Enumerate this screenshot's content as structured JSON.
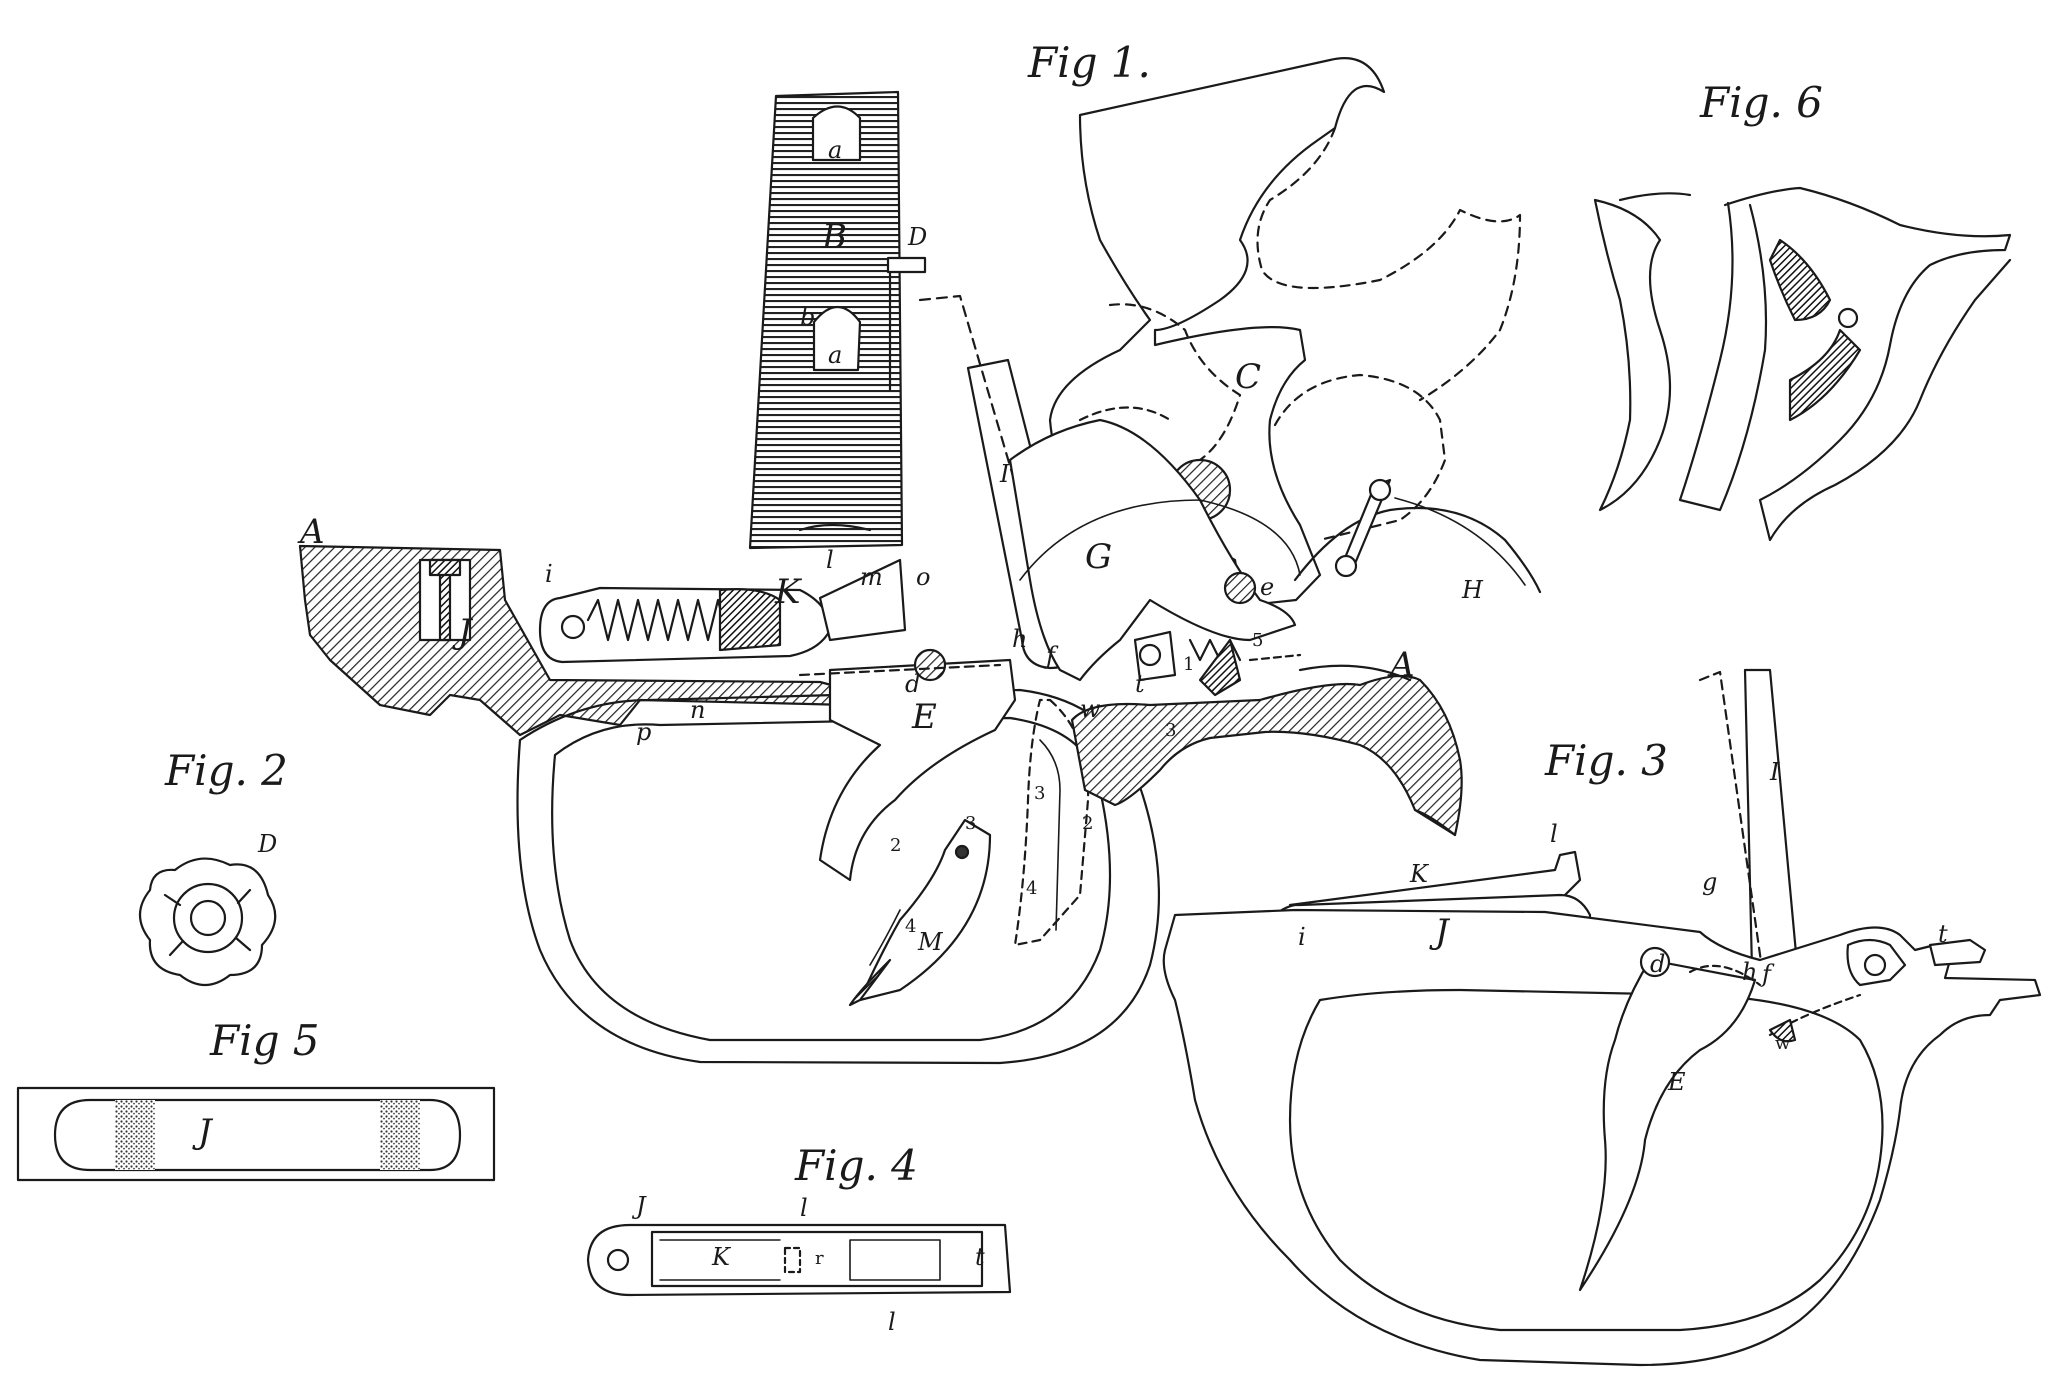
{
  "figures": {
    "fig1": "Fig 1.",
    "fig2": "Fig. 2",
    "fig3": "Fig. 3",
    "fig4": "Fig. 4",
    "fig5": "Fig 5",
    "fig6": "Fig. 6"
  },
  "labels": {
    "A_left": "A",
    "A_right": "A",
    "B": "B",
    "C": "C",
    "D_fig1": "D",
    "D_fig2": "D",
    "E_fig1": "E",
    "E_fig3": "E",
    "G": "G",
    "H": "H",
    "I_fig1": "I",
    "I_fig3": "I",
    "J_fig1": "J",
    "J_fig3": "J",
    "J_fig4": "J",
    "J_fig5": "J",
    "K_fig1": "K",
    "K_fig3": "K",
    "K_fig4": "K",
    "M": "M",
    "a_top": "a",
    "a_bottom": "a",
    "b": "b",
    "d_fig1": "d",
    "d_fig3": "d",
    "e": "e",
    "f_fig1": "f",
    "f_fig3": "f",
    "g": "g",
    "h_fig1": "h",
    "h_fig3": "h",
    "i_fig1": "i",
    "i_fig3": "i",
    "l_fig1": "l",
    "l_fig3": "l",
    "l_fig4_top": "l",
    "l_fig4_bottom": "l",
    "m": "m",
    "o": "o",
    "n": "n",
    "p": "p",
    "t_fig1": "t",
    "t_fig3": "t",
    "t_fig4": "t",
    "w_fig1": "w",
    "w_fig3": "w",
    "n1": "1",
    "n2_left": "2",
    "n2_right": "2",
    "n3_left": "3",
    "n3_right": "3",
    "n3_mid": "3",
    "n4_left": "4",
    "n4_right": "4",
    "n5": "5",
    "r_fig4": "r"
  }
}
